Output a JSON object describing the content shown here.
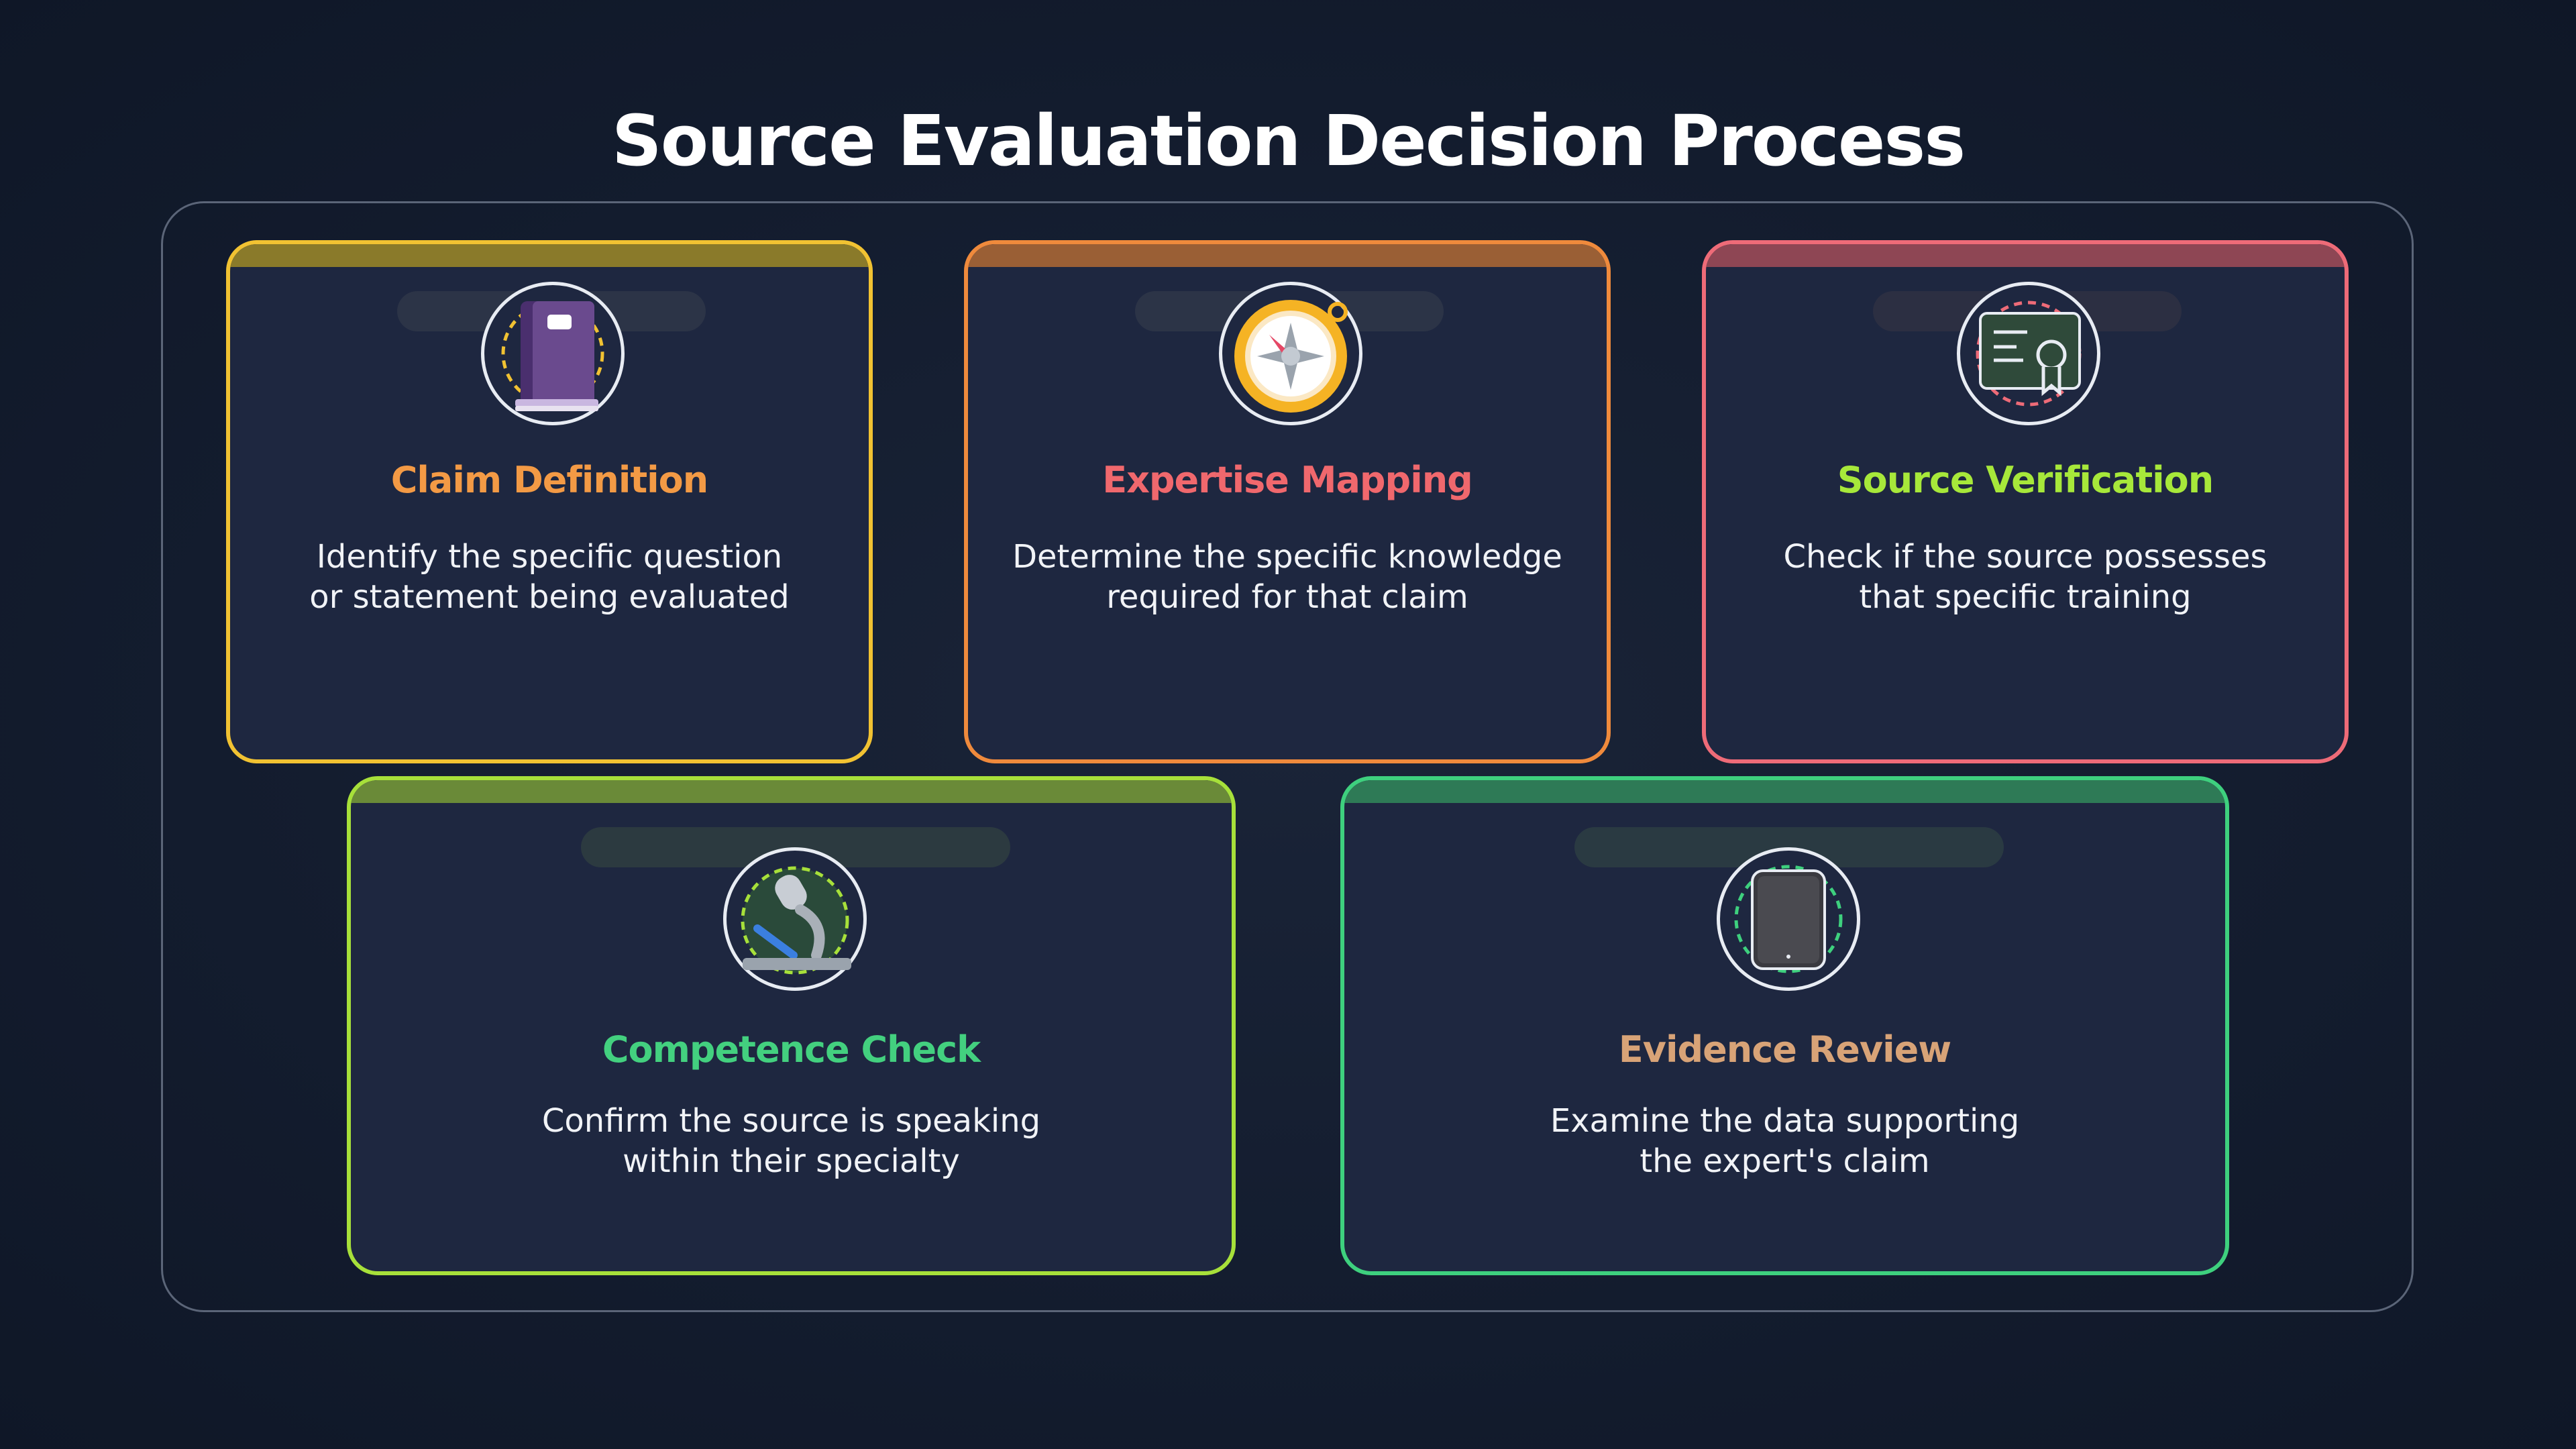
{
  "title": "Source Evaluation Decision Process",
  "steps": [
    {
      "title": "Claim Definition",
      "description": "Identify the specific question\nor statement being evaluated",
      "icon": "book-icon",
      "border_color": "#f1c232",
      "title_color": "#f39a45"
    },
    {
      "title": "Expertise Mapping",
      "description": "Determine the specific knowledge\nrequired for that claim",
      "icon": "compass-icon",
      "border_color": "#ef8a3c",
      "title_color": "#f0686d"
    },
    {
      "title": "Source Verification",
      "description": "Check if the source possesses\nthat specific training",
      "icon": "certificate-icon",
      "border_color": "#ee6b78",
      "title_color": "#a7e83a"
    },
    {
      "title": "Competence Check",
      "description": "Confirm the source is speaking\nwithin their specialty",
      "icon": "microscope-icon",
      "border_color": "#a7e03a",
      "title_color": "#43d07f"
    },
    {
      "title": "Evidence Review",
      "description": "Examine the data supporting\nthe expert's claim",
      "icon": "tablet-icon",
      "border_color": "#3ed07e",
      "title_color": "#d8a377"
    }
  ]
}
